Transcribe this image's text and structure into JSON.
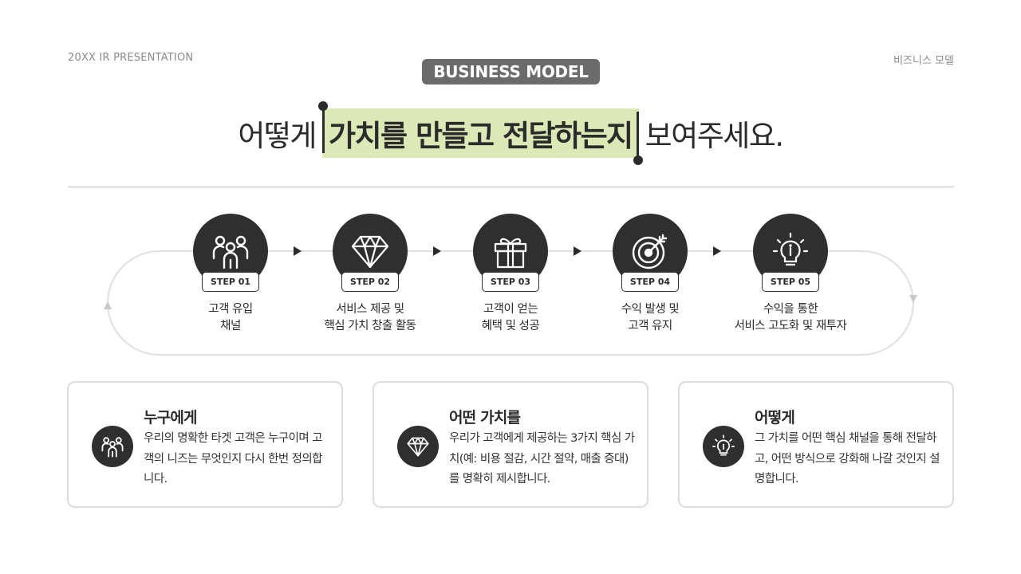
{
  "header": {
    "left_label": "20XX IR PRESENTATION",
    "right_label": "비즈니스 모델",
    "badge": "BUSINESS MODEL"
  },
  "headline": {
    "before": "어떻게",
    "highlight": "가치를 만들고 전달하는지",
    "after": "보여주세요."
  },
  "steps": [
    {
      "label": "STEP 01",
      "line1": "고객 유입",
      "line2": "채널",
      "icon": "people-icon"
    },
    {
      "label": "STEP 02",
      "line1": "서비스 제공 및",
      "line2": "핵심 가치 창출 활동",
      "icon": "diamond-icon"
    },
    {
      "label": "STEP 03",
      "line1": "고객이 얻는",
      "line2": "혜택 및 성공",
      "icon": "gift-icon"
    },
    {
      "label": "STEP 04",
      "line1": "수익 발생 및",
      "line2": "고객 유지",
      "icon": "target-icon"
    },
    {
      "label": "STEP 05",
      "line1": "수익을 통한",
      "line2": "서비스 고도화 및 재투자",
      "icon": "lightbulb-icon"
    }
  ],
  "cards": [
    {
      "title": "누구에게",
      "body": "우리의 명확한 타겟 고객은 누구이며 고객의 니즈는 무엇인지  다시 한번 정의합니다.",
      "icon": "people-icon"
    },
    {
      "title": "어떤 가치를",
      "body": "우리가 고객에게 제공하는 3가지 핵심 가치(예: 비용 절감, 시간 절약, 매출 증대)를 명확히 제시합니다.",
      "icon": "diamond-icon"
    },
    {
      "title": "어떻게",
      "body": "그 가치를 어떤 핵심 채널을 통해 전달하고, 어떤 방식으로 강화해 나갈 것인지 설명합니다.",
      "icon": "lightbulb-icon"
    }
  ],
  "colors": {
    "accent_highlight": "#dde8b7",
    "dark": "#2f2f2f",
    "badge": "#6b6b6b",
    "muted": "#8a8a8a"
  }
}
